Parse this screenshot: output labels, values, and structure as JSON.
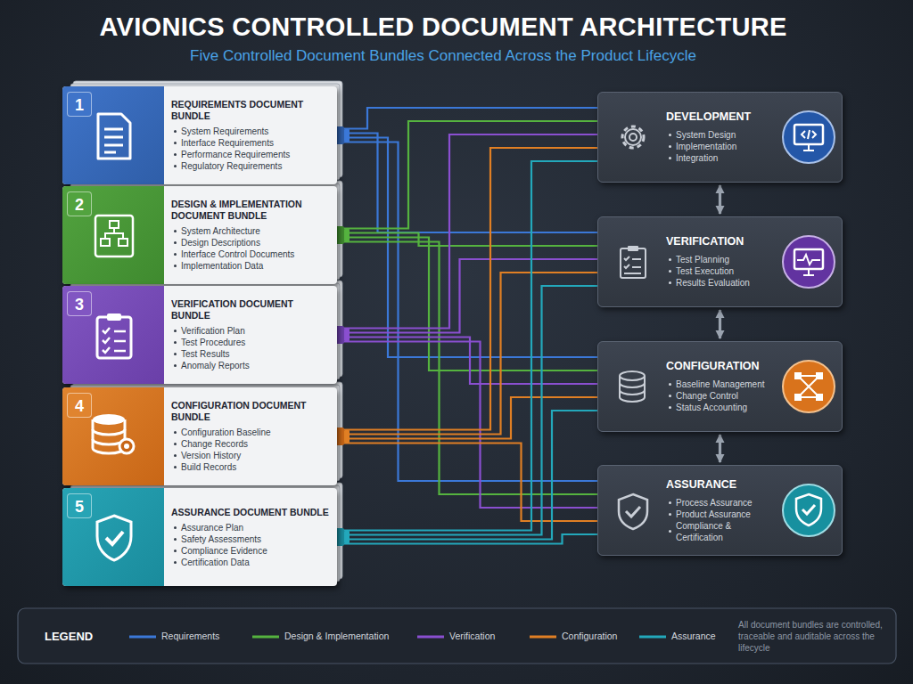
{
  "diagram": {
    "title": "AVIONICS CONTROLLED DOCUMENT ARCHITECTURE",
    "nodes": [
      {
        "text": [
          "1",
          "REQUIREMENTS DOCUMENT BUNDLE",
          "System Requirements",
          "Interface Requirements",
          "Performance Requirements",
          "Regulatory Requirements"
        ]
      },
      {
        "text": [
          "2",
          "DESIGN & IMPLEMENTATION DOCUMENT BUNDLE",
          "System Architecture",
          "Design Descriptions",
          "Interface Control Documents",
          "Implementation Data"
        ]
      },
      {
        "text": [
          "3",
          "VERIFICATION DOCUMENT BUNDLE",
          "Verification Plan",
          "Test Procedures",
          "Test Results",
          "Anomaly Reports"
        ]
      },
      {
        "text": [
          "4",
          "CONFIGURATION DOCUMENT BUNDLE",
          "Configuration Baseline",
          "Change Records",
          "Version History",
          "Build Records"
        ]
      },
      {
        "text": [
          "5",
          "ASSURANCE DOCUMENT BUNDLE",
          "Assurance Plan",
          "Safety Assessments",
          "Compliance Evidence",
          "Certification Data"
        ]
      },
      {
        "text": [
          "DEVELOPMENT",
          "System Design",
          "Implementation",
          "Integration"
        ]
      },
      {
        "text": [
          "VERIFICATION",
          "Test Planning",
          "Test Execution",
          "Results Evaluation"
        ]
      },
      {
        "text": [
          "CONFIGURATION",
          "Baseline Management",
          "Change Control",
          "Status Accounting"
        ]
      },
      {
        "text": [
          "ASSURANCE",
          "Process Assurance",
          "Product Assurance",
          "Compliance & Certification"
        ]
      }
    ],
    "edges": [
      {
        "from": 0,
        "to": 5,
        "arrow": "none"
      },
      {
        "from": 0,
        "to": 6,
        "arrow": "none"
      },
      {
        "from": 0,
        "to": 7,
        "arrow": "none"
      },
      {
        "from": 0,
        "to": 8,
        "arrow": "none"
      },
      {
        "from": 1,
        "to": 5,
        "arrow": "none"
      },
      {
        "from": 1,
        "to": 6,
        "arrow": "none"
      },
      {
        "from": 1,
        "to": 7,
        "arrow": "none"
      },
      {
        "from": 1,
        "to": 8,
        "arrow": "none"
      },
      {
        "from": 2,
        "to": 5,
        "arrow": "none"
      },
      {
        "from": 2,
        "to": 6,
        "arrow": "none"
      },
      {
        "from": 2,
        "to": 7,
        "arrow": "none"
      },
      {
        "from": 2,
        "to": 8,
        "arrow": "none"
      },
      {
        "from": 3,
        "to": 5,
        "arrow": "none"
      },
      {
        "from": 3,
        "to": 6,
        "arrow": "none"
      },
      {
        "from": 3,
        "to": 7,
        "arrow": "none"
      },
      {
        "from": 3,
        "to": 8,
        "arrow": "none"
      },
      {
        "from": 4,
        "to": 5,
        "arrow": "none"
      },
      {
        "from": 4,
        "to": 6,
        "arrow": "none"
      },
      {
        "from": 4,
        "to": 7,
        "arrow": "none"
      },
      {
        "from": 4,
        "to": 8,
        "arrow": "none"
      },
      {
        "from": 5,
        "to": 6,
        "arrow": "both"
      },
      {
        "from": 6,
        "to": 7,
        "arrow": "both"
      },
      {
        "from": 7,
        "to": 8,
        "arrow": "both"
      }
    ],
    "labels": [
      "Five Controlled Document Bundles Connected Across the Product Lifecycle",
      "LEGEND",
      "All document bundles are controlled, traceable and auditable across the lifecycle"
    ],
    "legend": [
      {
        "text": "Requirements"
      },
      {
        "text": "Design & Implementation"
      },
      {
        "text": "Verification"
      },
      {
        "text": "Configuration"
      },
      {
        "text": "Assurance"
      }
    ]
  }
}
